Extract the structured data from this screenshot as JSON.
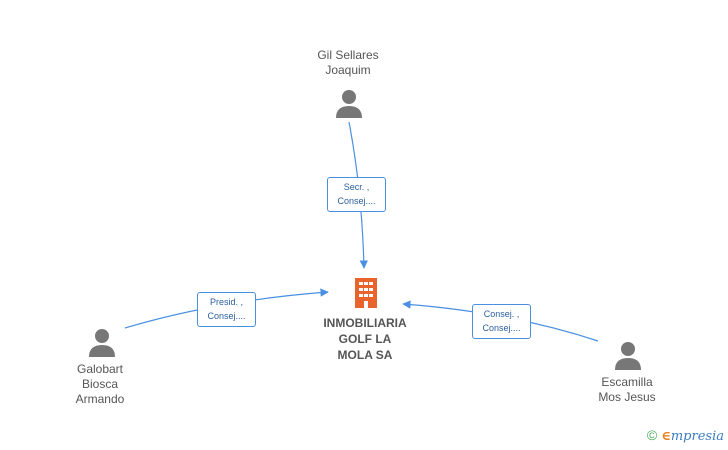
{
  "company": {
    "name_lines": [
      "INMOBILIARIA",
      "GOLF LA",
      "MOLA SA"
    ],
    "icon": "building-icon",
    "color": "#e8642c"
  },
  "people": [
    {
      "id": "gil",
      "name_lines": [
        "Gil Sellares",
        "Joaquim"
      ],
      "icon": "person-icon",
      "role_lines": [
        "Secr. ,",
        "Consej...."
      ]
    },
    {
      "id": "galobart",
      "name_lines": [
        "Galobart",
        "Biosca",
        "Armando"
      ],
      "icon": "person-icon",
      "role_lines": [
        "Presid. ,",
        "Consej...."
      ]
    },
    {
      "id": "escamilla",
      "name_lines": [
        "Escamilla",
        "Mos Jesus"
      ],
      "icon": "person-icon",
      "role_lines": [
        "Consej. ,",
        "Consej...."
      ]
    }
  ],
  "colors": {
    "edge": "#4a90e2",
    "person": "#777777",
    "text": "#555555"
  },
  "brand": {
    "copyright": "©",
    "e": "∈",
    "rest": "mpresia"
  }
}
